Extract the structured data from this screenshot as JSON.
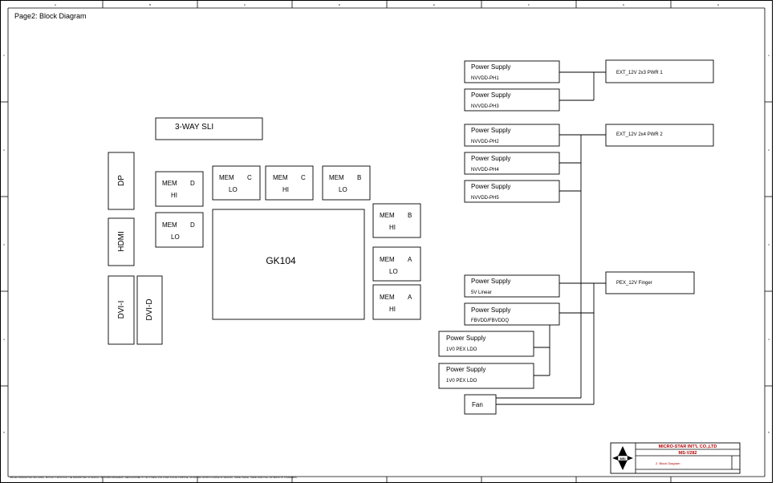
{
  "page_title": "Page2: Block Diagram",
  "border": {
    "top_letters": [
      "A",
      "B",
      "C",
      "D",
      "E",
      "F",
      "G",
      "H"
    ],
    "side_numbers": [
      "1",
      "2",
      "3",
      "4",
      "5"
    ]
  },
  "left_blocks": {
    "sli": "3-WAY SLI",
    "dp": "DP",
    "hdmi": "HDMI",
    "dvi_i": "DVI-I",
    "dvi_d": "DVI-D",
    "gpu": "GK104"
  },
  "memory": [
    {
      "id": "mem-d-hi",
      "word": "MEM",
      "ch": "D",
      "bank": "HI"
    },
    {
      "id": "mem-d-lo",
      "word": "MEM",
      "ch": "D",
      "bank": "LO"
    },
    {
      "id": "mem-c-lo",
      "word": "MEM",
      "ch": "C",
      "bank": "LO"
    },
    {
      "id": "mem-c-hi",
      "word": "MEM",
      "ch": "C",
      "bank": "HI"
    },
    {
      "id": "mem-b-lo",
      "word": "MEM",
      "ch": "B",
      "bank": "LO"
    },
    {
      "id": "mem-b-hi",
      "word": "MEM",
      "ch": "B",
      "bank": "HI"
    },
    {
      "id": "mem-a-lo",
      "word": "MEM",
      "ch": "A",
      "bank": "LO"
    },
    {
      "id": "mem-a-hi",
      "word": "MEM",
      "ch": "A",
      "bank": "HI"
    }
  ],
  "power_supplies": [
    {
      "title": "Power Supply",
      "rail": "NVVDD-PH1"
    },
    {
      "title": "Power Supply",
      "rail": "NVVDD-PH3"
    },
    {
      "title": "Power Supply",
      "rail": "NVVDD-PH2"
    },
    {
      "title": "Power Supply",
      "rail": "NVVDD-PH4"
    },
    {
      "title": "Power Supply",
      "rail": "NVVDD-PH5"
    },
    {
      "title": "Power Supply",
      "rail": "5V Linear"
    },
    {
      "title": "Power Supply",
      "rail": "FBVDD/FBVDDQ"
    },
    {
      "title": "Power Supply",
      "rail": "1V0 PEX LDO"
    },
    {
      "title": "Power Supply",
      "rail": "1V0 PEX LDO"
    }
  ],
  "fan": "Fan",
  "power_inputs": {
    "ext1": "EXT_12V 2x3 PWR 1",
    "ext2": "EXT_12V 2x4 PWR 2",
    "pex": "PEX_12V Finger"
  },
  "title_block": {
    "company": "MICRO-STAR INT'L CO.,LTD",
    "model": "MS-V282",
    "sheet_name": "2. Block Diagram",
    "logo_text": "MSI"
  },
  "footer_note": "IMPLIED WARRANTIES INCLUDING, WITHOUT LIMITATION, THE WARRANTIES OF DESIGN, OF NONINFRINGEMENT, MERCHANTABILITY OR FITNESS FOR A PARTICULAR PURPOSE, OR ARISING FROM A COURSE OF DEALING, TRADE USAGE, TRADE PRACTICE, OR INDUSTRY STANDARDS."
}
